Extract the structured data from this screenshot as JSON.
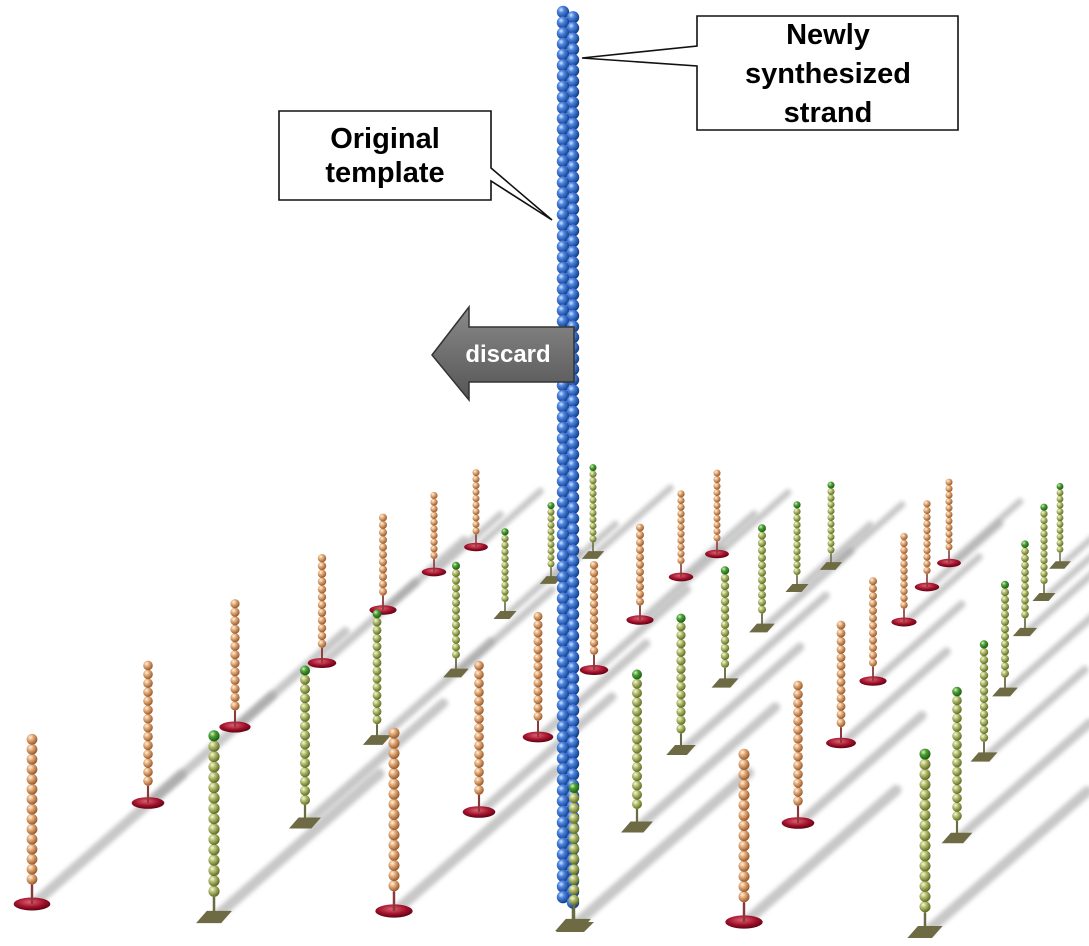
{
  "labels": {
    "new_strand": [
      "Newly",
      "synthesized",
      "strand"
    ],
    "original_template": [
      "Original",
      "template"
    ],
    "discard": "discard"
  },
  "colors": {
    "template_bead": "#2b66c8",
    "original_bead": "#d9a06a",
    "original_base": "#a0102a",
    "new_bead": "#a6b35a",
    "new_tip": "#3f8f2a",
    "new_base": "#6d6a44",
    "arrow": "#6f6f6f"
  }
}
